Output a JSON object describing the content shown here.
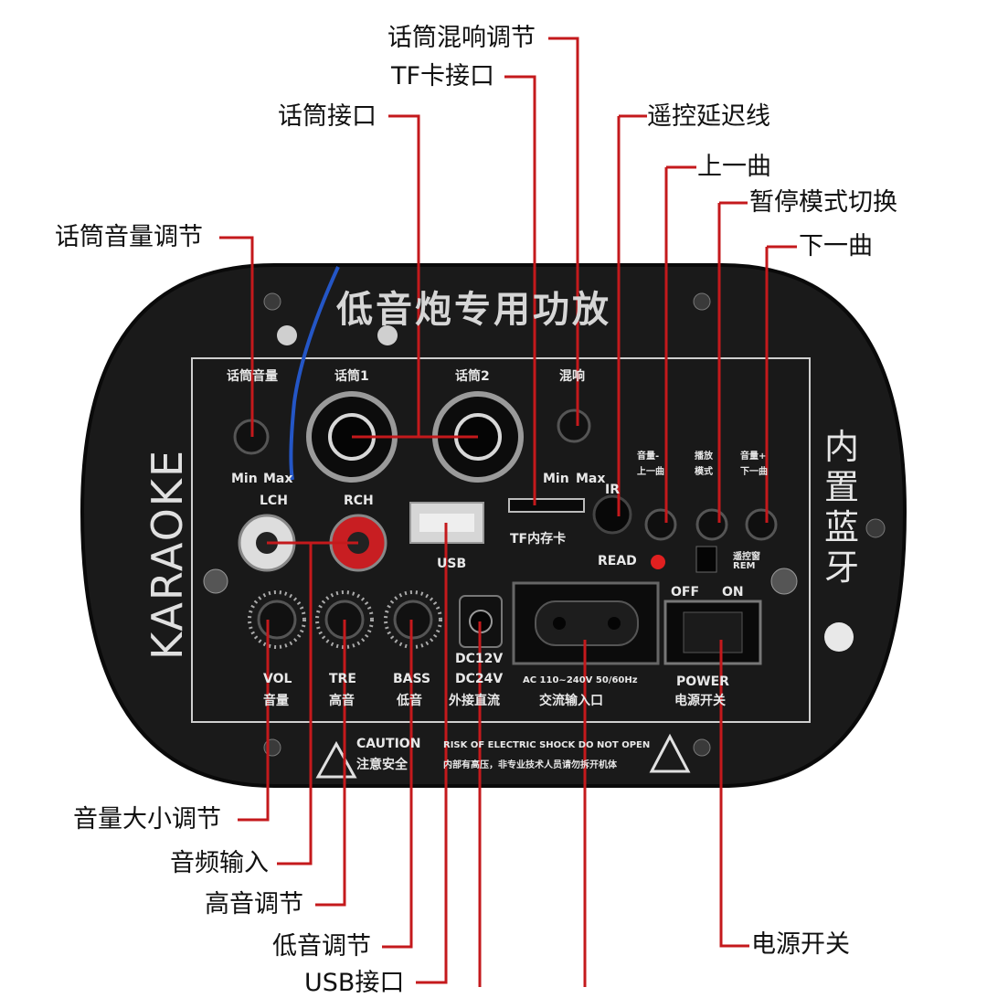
{
  "callouts": {
    "mic_reverb": "话筒混响调节",
    "tf_port": "TF卡接口",
    "mic_port": "话筒接口",
    "remote_delay": "遥控延迟线",
    "prev_track": "上一曲",
    "pause_mode": "暂停模式切换",
    "next_track": "下一曲",
    "mic_volume": "话筒音量调节",
    "volume_adjust": "音量大小调节",
    "audio_input": "音频输入",
    "treble_adjust": "高音调节",
    "bass_adjust": "低音调节",
    "usb_port": "USB接口",
    "power_switch": "电源开关"
  },
  "board": {
    "title": "低音炮专用功放",
    "karaoke": "KARAOKE",
    "bluetooth": [
      "内",
      "置",
      "蓝",
      "牙"
    ],
    "mic_volume": "话筒音量",
    "mic1": "话筒1",
    "mic2": "话筒2",
    "reverb": "混响",
    "min": "Min",
    "max": "Max",
    "lch": "LCH",
    "rch": "RCH",
    "usb": "USB",
    "tf_card": "TF内存卡",
    "ir": "IR",
    "btn_prev": [
      "音量-",
      "上一曲"
    ],
    "btn_play": [
      "播放",
      "模式"
    ],
    "btn_next": [
      "音量+",
      "下一曲"
    ],
    "read": "READ",
    "remote": [
      "遥控窗",
      "REM"
    ],
    "off": "OFF",
    "on": "ON",
    "vol": [
      "VOL",
      "音量"
    ],
    "tre": [
      "TRE",
      "高音"
    ],
    "bass": [
      "BASS",
      "低音"
    ],
    "dc": [
      "DC12V",
      "DC24V",
      "外接直流"
    ],
    "ac": [
      "AC 110~240V 50/60Hz",
      "交流输入口"
    ],
    "power": [
      "POWER",
      "电源开关"
    ],
    "caution": [
      "CAUTION",
      "注意安全"
    ],
    "warning": [
      "RISK OF ELECTRIC SHOCK DO NOT OPEN",
      "内部有高压，非专业技术人员请勿拆开机体"
    ]
  },
  "colors": {
    "leader": "#c4191c",
    "panel": "#1c1c1c",
    "rim": "#2a2a2a",
    "text": "#111111"
  }
}
